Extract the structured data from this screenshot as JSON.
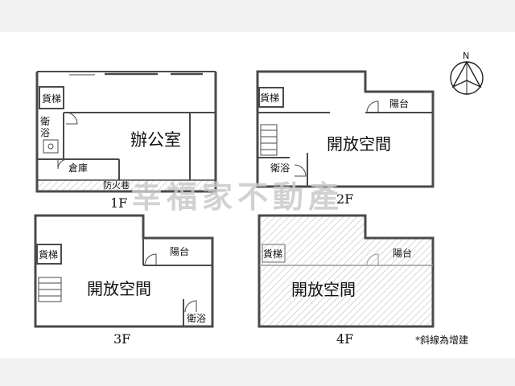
{
  "compass": {
    "north": "N"
  },
  "floors": {
    "f1": {
      "label": "1F",
      "elevator": "貨梯",
      "bathroom": "衛浴",
      "storage": "倉庫",
      "office": "辦公室",
      "fire_lane": "防火巷"
    },
    "f2": {
      "label": "2F",
      "elevator": "貨梯",
      "balcony": "陽台",
      "open_space": "開放空間",
      "bathroom": "衛浴"
    },
    "f3": {
      "label": "3F",
      "elevator": "貨梯",
      "balcony": "陽台",
      "open_space": "開放空間",
      "bathroom": "衛浴"
    },
    "f4": {
      "label": "4F",
      "elevator": "貨梯",
      "balcony": "陽台",
      "open_space": "開放空間"
    }
  },
  "watermark": "幸福家不動產",
  "note": "*斜線為增建",
  "colors": {
    "wall": "#4a4a4a",
    "hatch": "#bdbdbd",
    "watermark": "#c9c9c9"
  }
}
